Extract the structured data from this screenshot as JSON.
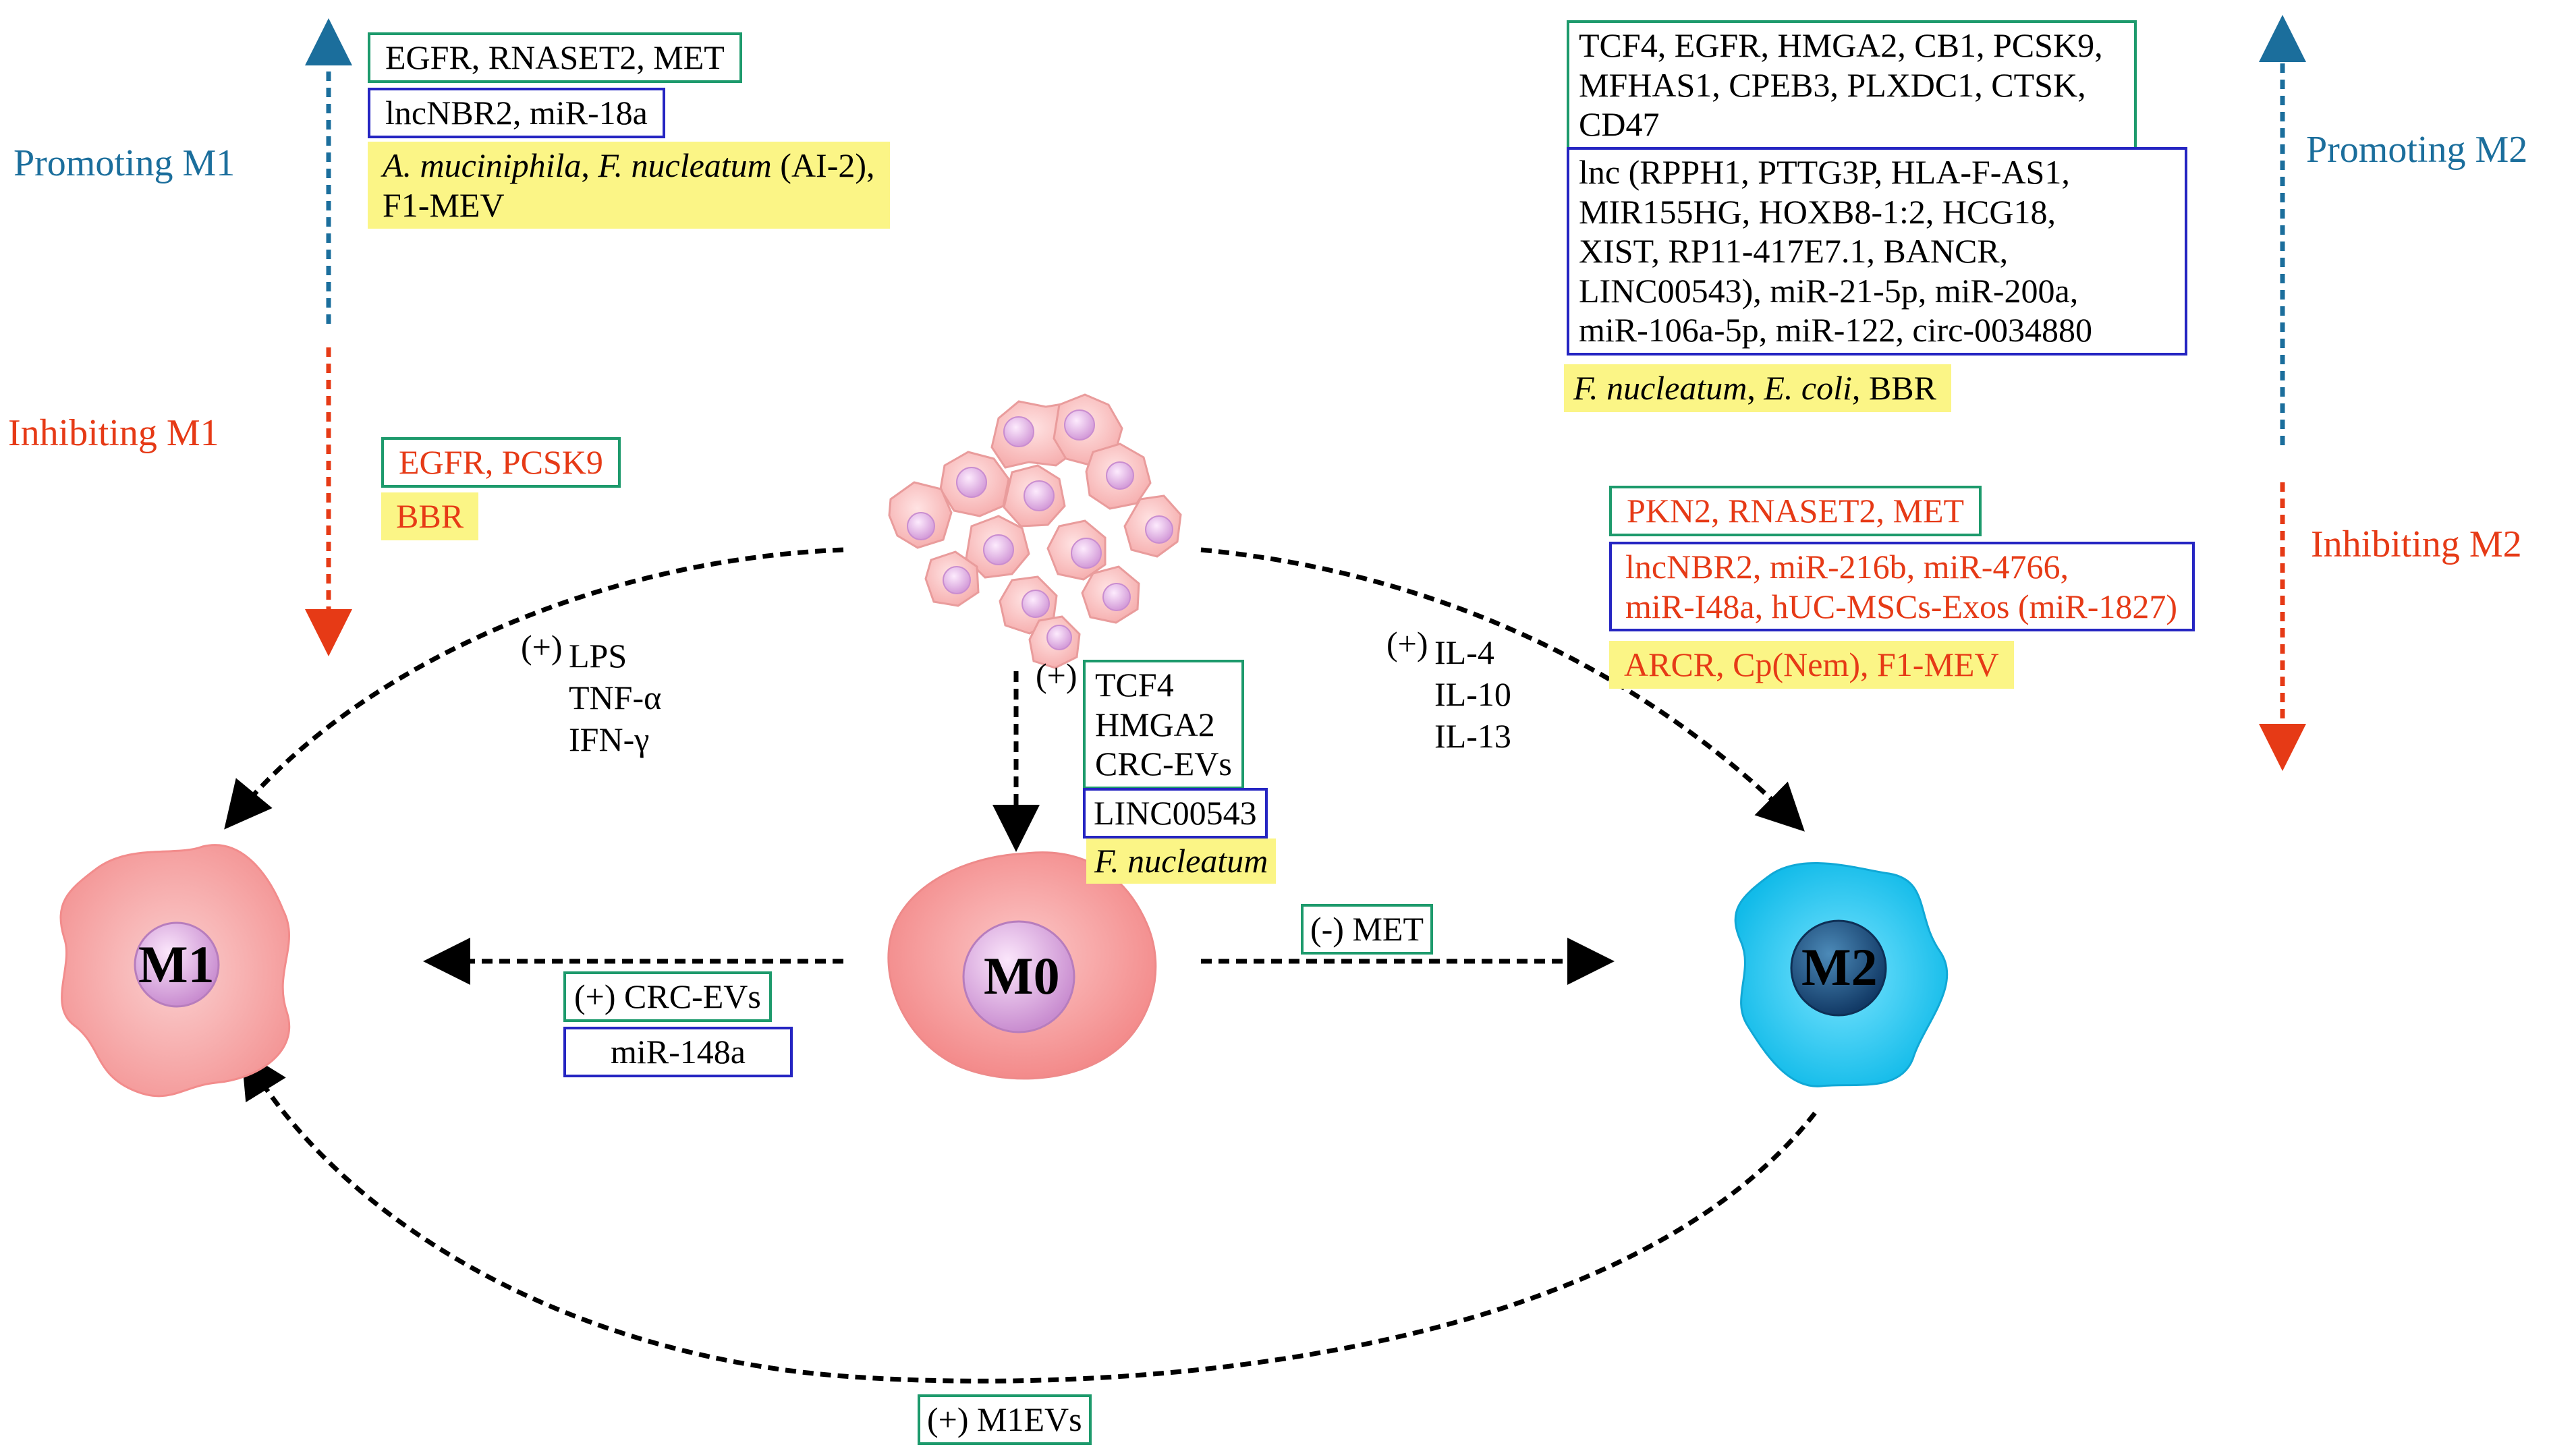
{
  "cells": {
    "m1": "M1",
    "m0": "M0",
    "m2": "M2"
  },
  "m1_side": {
    "promoting": "Promoting M1",
    "inhibiting": "Inhibiting M1",
    "promote_genes": "EGFR, RNASET2, MET",
    "promote_ncrna": "lncNBR2, miR-18a",
    "promote_microbe_1": "A. muciniphila",
    "promote_microbe_sep": ", ",
    "promote_microbe_2": "F. nucleatum",
    "promote_microbe_suffix": " (AI-2),",
    "promote_microbe_line2": "F1-MEV",
    "inhibit_genes": "EGFR, PCSK9",
    "inhibit_other": "BBR"
  },
  "m2_side": {
    "promoting": "Promoting M2",
    "inhibiting": "Inhibiting M2",
    "promote_genes": [
      "TCF4, EGFR, HMGA2, CB1, PCSK9,",
      "MFHAS1, CPEB3, PLXDC1, CTSK,",
      "CD47"
    ],
    "promote_ncrna": [
      "lnc (RPPH1, PTTG3P, HLA-F-AS1,",
      "MIR155HG, HOXB8-1:2, HCG18,",
      "XIST, RP11-417E7.1, BANCR,",
      "LINC00543), miR-21-5p, miR-200a,",
      "miR-106a-5p, miR-122, circ-0034880"
    ],
    "promote_microbe_1": "F. nucleatum",
    "promote_microbe_sep": ", ",
    "promote_microbe_2": "E. coli",
    "promote_microbe_suffix": ", BBR",
    "inhibit_genes": "PKN2, RNASET2, MET",
    "inhibit_ncrna": [
      "lncNBR2, miR-216b, miR-4766,",
      "miR-I48a, hUC-MSCs-Exos (miR-1827)"
    ],
    "inhibit_other": "ARCR, Cp(Nem), F1-MEV"
  },
  "pathways": {
    "to_m1_plus": "(+)",
    "to_m1_factors": [
      "LPS",
      "TNF-α",
      "IFN-γ"
    ],
    "to_m2_plus": "(+)",
    "to_m2_factors": [
      "IL-4",
      "IL-10",
      "IL-13"
    ],
    "to_m0_plus": "(+)",
    "to_m0_genes": [
      "TCF4",
      "HMGA2",
      "CRC-EVs"
    ],
    "to_m0_ncrna": "LINC00543",
    "to_m0_microbe": "F. nucleatum",
    "m0_to_m1_genes": "(+) CRC-EVs",
    "m0_to_m1_ncrna": "miR-148a",
    "m0_to_m2": "(-) MET",
    "m2_to_m1": "(+) M1EVs"
  },
  "colors": {
    "promote": "#1b6e9c",
    "inhibit": "#e63a16",
    "green_box": "#1d9a6c",
    "blue_box": "#2525c2",
    "highlight": "#fbf586",
    "m2_cell": "#1ec8f0",
    "m1_cell": "#f7a8a8"
  }
}
